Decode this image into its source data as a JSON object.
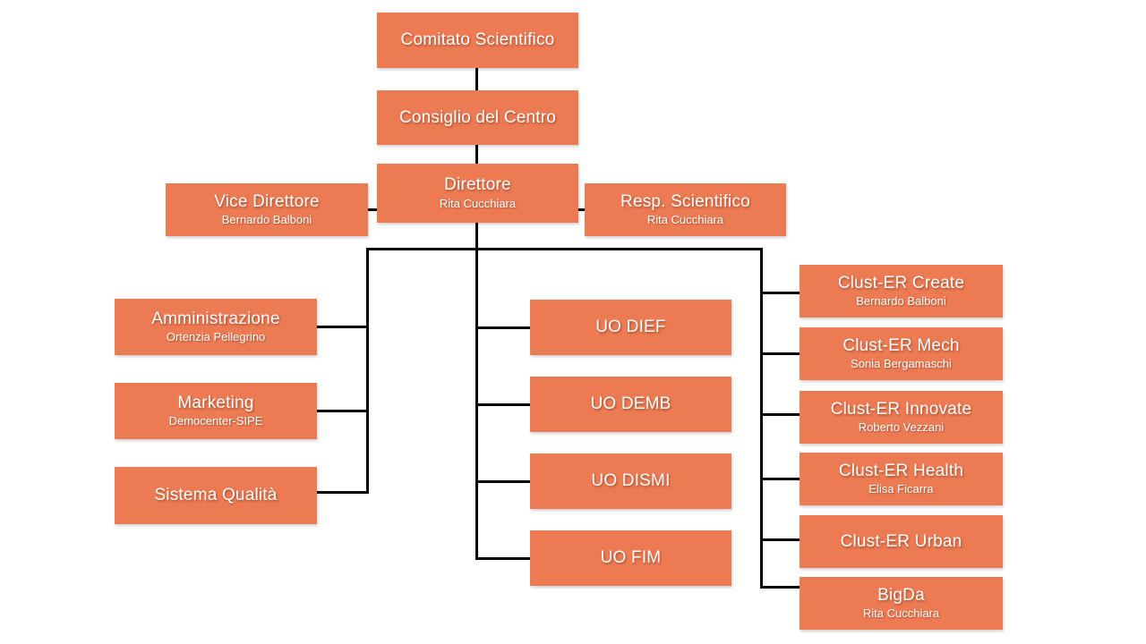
{
  "style": {
    "box_fill": "#EC7A52",
    "box_text": "#FFFFFF",
    "line_color": "#000000",
    "page_background": "#FFFFFF"
  },
  "diagram": {
    "type": "org-chart"
  },
  "nodes": [
    {
      "id": "comitato-scientifico",
      "title": "Comitato Scientifico",
      "subtitle": ""
    },
    {
      "id": "consiglio-del-centro",
      "title": "Consiglio del Centro",
      "subtitle": ""
    },
    {
      "id": "direttore",
      "title": "Direttore",
      "subtitle": "Rita Cucchiara"
    },
    {
      "id": "vice-direttore",
      "title": "Vice Direttore",
      "subtitle": "Bernardo Balboni"
    },
    {
      "id": "resp-scientifico",
      "title": "Resp. Scientifico",
      "subtitle": "Rita Cucchiara"
    },
    {
      "id": "amministrazione",
      "title": "Amministrazione",
      "subtitle": "Ortenzia Pellegrino"
    },
    {
      "id": "marketing",
      "title": "Marketing",
      "subtitle": "Democenter-SIPE"
    },
    {
      "id": "sistema-qualita",
      "title": "Sistema Qualità",
      "subtitle": ""
    },
    {
      "id": "uo-dief",
      "title": "UO DIEF",
      "subtitle": ""
    },
    {
      "id": "uo-demb",
      "title": "UO DEMB",
      "subtitle": ""
    },
    {
      "id": "uo-dismi",
      "title": "UO DISMI",
      "subtitle": ""
    },
    {
      "id": "uo-fim",
      "title": "UO FIM",
      "subtitle": ""
    },
    {
      "id": "clust-er-create",
      "title": "Clust-ER Create",
      "subtitle": "Bernardo Balboni"
    },
    {
      "id": "clust-er-mech",
      "title": "Clust-ER Mech",
      "subtitle": "Sonia Bergamaschi"
    },
    {
      "id": "clust-er-innovate",
      "title": "Clust-ER Innovate",
      "subtitle": "Roberto Vezzani"
    },
    {
      "id": "clust-er-health",
      "title": "Clust-ER Health",
      "subtitle": "Elisa Ficarra"
    },
    {
      "id": "clust-er-urban",
      "title": "Clust-ER Urban",
      "subtitle": ""
    },
    {
      "id": "bigda",
      "title": "BigDa",
      "subtitle": "Rita Cucchiara"
    }
  ],
  "edges": [
    {
      "from": "comitato-scientifico",
      "to": "consiglio-del-centro"
    },
    {
      "from": "consiglio-del-centro",
      "to": "direttore"
    },
    {
      "from": "direttore",
      "to": "vice-direttore"
    },
    {
      "from": "direttore",
      "to": "resp-scientifico"
    },
    {
      "from": "direttore",
      "to": "amministrazione"
    },
    {
      "from": "direttore",
      "to": "marketing"
    },
    {
      "from": "direttore",
      "to": "sistema-qualita"
    },
    {
      "from": "direttore",
      "to": "uo-dief"
    },
    {
      "from": "direttore",
      "to": "uo-demb"
    },
    {
      "from": "direttore",
      "to": "uo-dismi"
    },
    {
      "from": "direttore",
      "to": "uo-fim"
    },
    {
      "from": "direttore",
      "to": "clust-er-create"
    },
    {
      "from": "direttore",
      "to": "clust-er-mech"
    },
    {
      "from": "direttore",
      "to": "clust-er-innovate"
    },
    {
      "from": "direttore",
      "to": "clust-er-health"
    },
    {
      "from": "direttore",
      "to": "clust-er-urban"
    },
    {
      "from": "direttore",
      "to": "bigda"
    }
  ]
}
